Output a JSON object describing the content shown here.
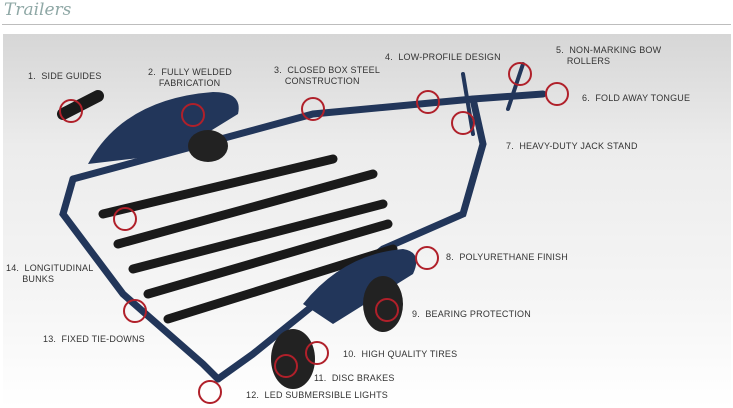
{
  "header": {
    "title": "Trailers"
  },
  "features": [
    {
      "n": "1.",
      "label": "SIDE GUIDES"
    },
    {
      "n": "2.",
      "label": "FULLY WELDED",
      "label2": "FABRICATION"
    },
    {
      "n": "3.",
      "label": "CLOSED BOX STEEL",
      "label2": "CONSTRUCTION"
    },
    {
      "n": "4.",
      "label": "LOW-PROFILE DESIGN"
    },
    {
      "n": "5.",
      "label": "NON-MARKING BOW",
      "label2": "ROLLERS"
    },
    {
      "n": "6.",
      "label": "FOLD AWAY TONGUE"
    },
    {
      "n": "7.",
      "label": "HEAVY-DUTY JACK STAND"
    },
    {
      "n": "8.",
      "label": "POLYURETHANE FINISH"
    },
    {
      "n": "9.",
      "label": "BEARING PROTECTION"
    },
    {
      "n": "10.",
      "label": "HIGH QUALITY TIRES"
    },
    {
      "n": "11.",
      "label": "DISC BRAKES"
    },
    {
      "n": "12.",
      "label": "LED SUBMERSIBLE LIGHTS"
    },
    {
      "n": "13.",
      "label": "FIXED TIE-DOWNS"
    },
    {
      "n": "14.",
      "label": "LONGITUDINAL",
      "label2": "BUNKS"
    }
  ],
  "colors": {
    "marker": "#b0202a",
    "frame": "#22365a",
    "title": "#8fa8a6"
  }
}
